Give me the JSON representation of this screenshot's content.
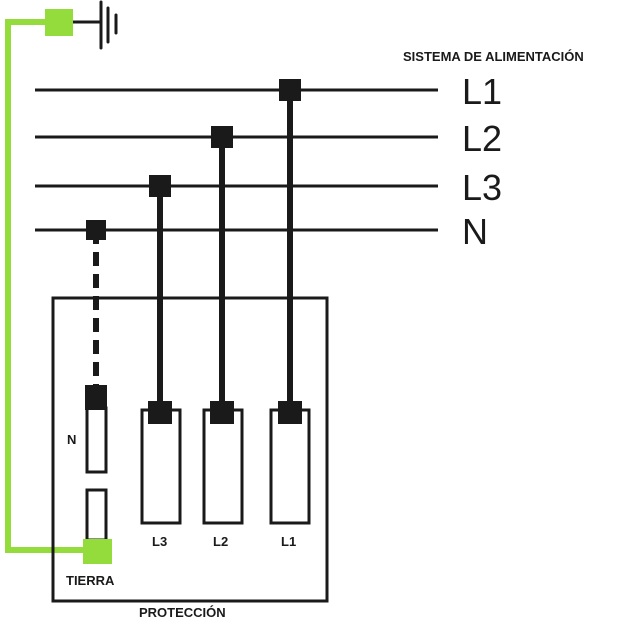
{
  "title": "SISTEMA DE ALIMENTACIÓN",
  "bus_labels": [
    "L1",
    "L2",
    "L3",
    "N"
  ],
  "breaker_labels": {
    "n": "N",
    "l3": "L3",
    "l2": "L2",
    "l1": "L1"
  },
  "earth_label": "TIERRA",
  "box_label": "PROTECCIÓN",
  "colors": {
    "earth": "#93dc3c",
    "line": "#1a1a1a"
  }
}
